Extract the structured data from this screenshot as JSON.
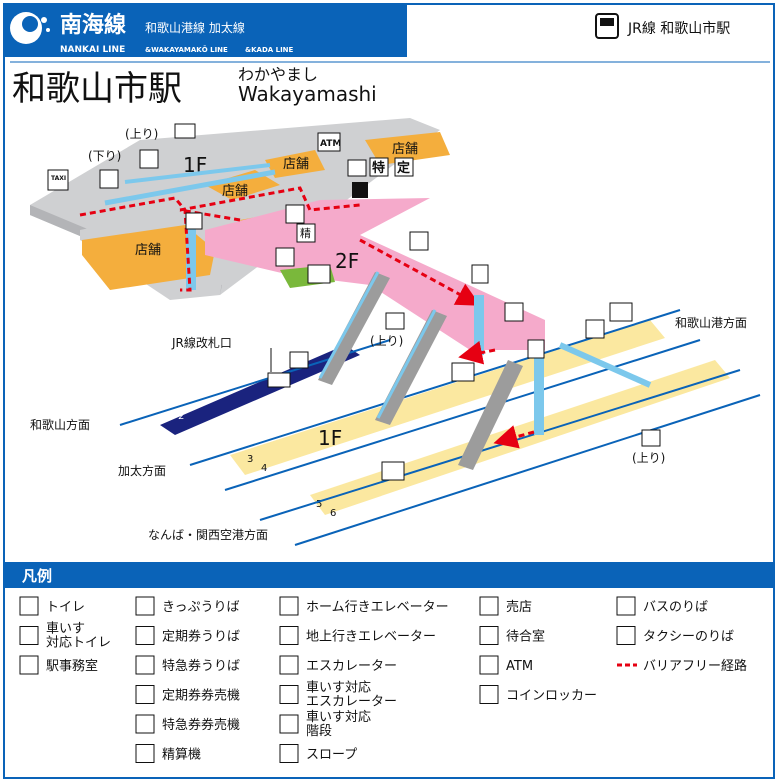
{
  "header": {
    "brand_jp": "南海線",
    "brand_sub_lines": "和歌山港線 加太線",
    "brand_en": "NANKAI LINE",
    "brand_en_2": "&WAKAYAMAKŌ LINE",
    "brand_en_3": "&KADA LINE",
    "jr_text": "JR線 和歌山市駅",
    "jr_icon": "train-icon"
  },
  "station": {
    "name": "和歌山市駅",
    "kana": "わかやまし",
    "romaji": "Wakayamashi"
  },
  "map": {
    "floor_1f_top": "1F",
    "floor_2f": "2F",
    "floor_1f_bottom": "1F",
    "shop": "店舗",
    "atm": "ATM",
    "up": "(上り)",
    "down": "(下り)",
    "up2": "(上り)",
    "up3": "(上り)",
    "jr_gate": "JR線改札口",
    "dir_wakayama": "和歌山方面",
    "dir_kada": "加太方面",
    "dir_namba": "なんば・関西空港方面",
    "dir_wakayamako": "和歌山港方面",
    "teiki": "定",
    "tokkyu": "特",
    "seisan": "精",
    "track_2": "2",
    "track_3": "3",
    "track_4": "4",
    "track_5": "5",
    "track_6": "6",
    "taxi_icon_text": "TAXI",
    "colors": {
      "concourse_gray": "#cfd0d2",
      "concourse_pink": "#f5aacb",
      "shop_orange": "#f4ae3d",
      "platform_yellow": "#fbe8a0",
      "toilet_green": "#7ab83b",
      "escalator_blue": "#7cc8ec",
      "route_red": "#e60012",
      "brand_blue": "#0a63b8",
      "track_navy": "#1a237e"
    }
  },
  "legend": {
    "title": "凡例",
    "items": [
      {
        "icon": "toilet-icon",
        "label": "トイレ"
      },
      {
        "icon": "accessible-toilet-icon",
        "label": "車いす\n対応トイレ"
      },
      {
        "icon": "station-office-icon",
        "label": "駅事務室"
      },
      {
        "icon": "ticket-office-icon",
        "label": "きっぷうりば"
      },
      {
        "icon": "commuter-pass-icon",
        "label": "定期券うりば"
      },
      {
        "icon": "limited-express-icon",
        "label": "特急券うりば"
      },
      {
        "icon": "pass-machine-icon",
        "label": "定期券券売機"
      },
      {
        "icon": "express-machine-icon",
        "label": "特急券券売機"
      },
      {
        "icon": "fare-adjust-icon",
        "label": "精算機"
      },
      {
        "icon": "platform-elevator-icon",
        "label": "ホーム行きエレベーター"
      },
      {
        "icon": "ground-elevator-icon",
        "label": "地上行きエレベーター"
      },
      {
        "icon": "escalator-icon",
        "label": "エスカレーター"
      },
      {
        "icon": "wheelchair-escalator-icon",
        "label": "車いす対応\nエスカレーター"
      },
      {
        "icon": "wheelchair-stairs-icon",
        "label": "車いす対応\n階段"
      },
      {
        "icon": "slope-icon",
        "label": "スロープ"
      },
      {
        "icon": "shop-icon",
        "label": "売店"
      },
      {
        "icon": "waiting-room-icon",
        "label": "待合室"
      },
      {
        "icon": "atm-icon",
        "label": "ATM"
      },
      {
        "icon": "coin-locker-icon",
        "label": "コインロッカー"
      },
      {
        "icon": "bus-icon",
        "label": "バスのりば"
      },
      {
        "icon": "taxi-icon",
        "label": "タクシーのりば"
      },
      {
        "icon": "barrier-free-route-icon",
        "label": "バリアフリー経路"
      }
    ]
  }
}
